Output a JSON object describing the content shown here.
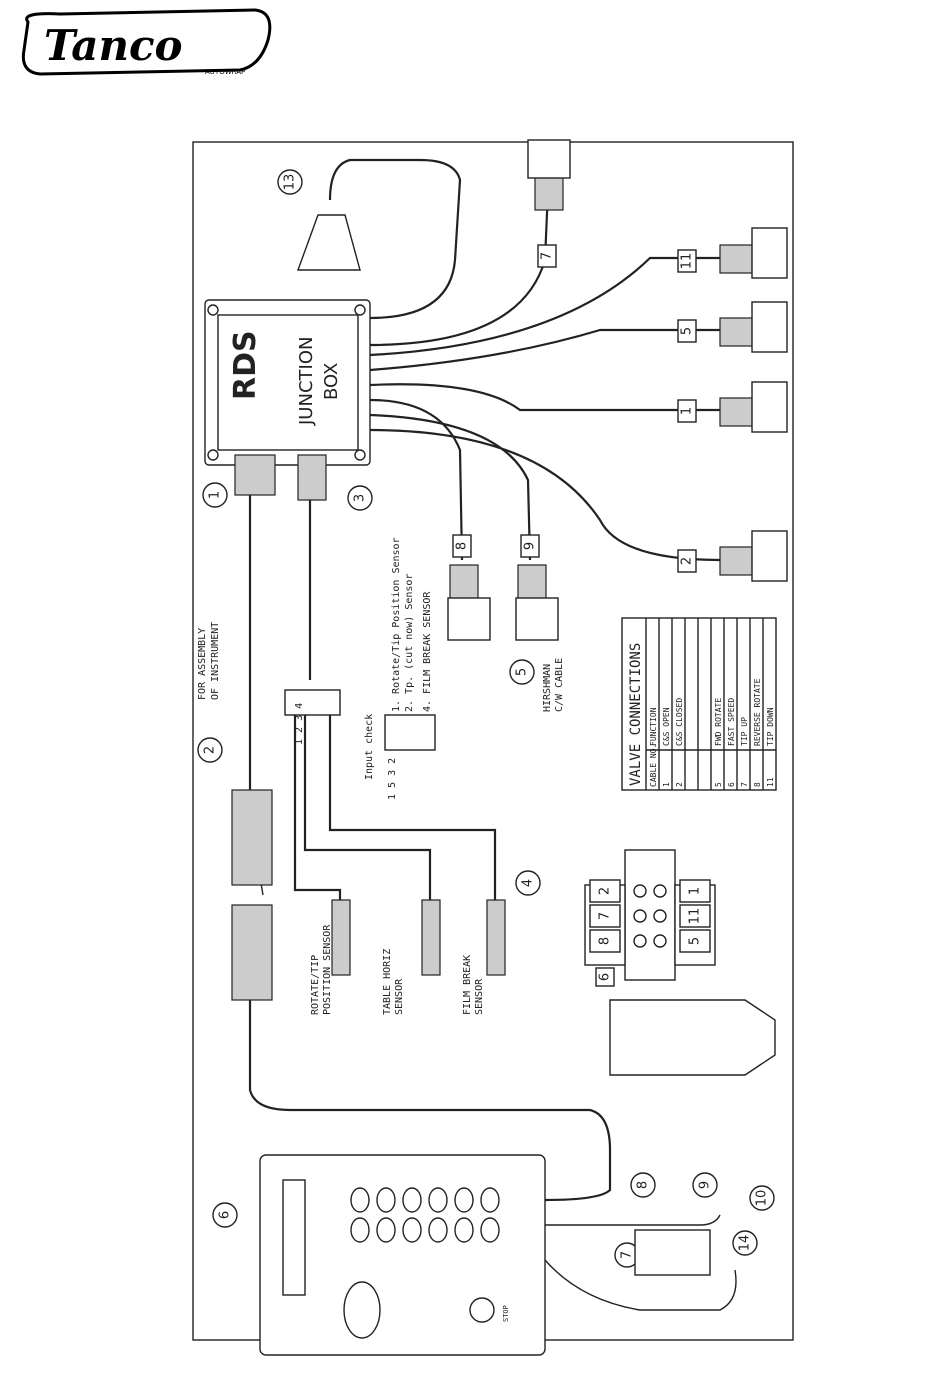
{
  "logo": {
    "brand": "Tanco",
    "sub": "AUTOWRAP"
  },
  "junction_box": {
    "line1": "JUNCTION",
    "line2": "BOX",
    "maker": "RDS"
  },
  "callouts": [
    "1",
    "2",
    "3",
    "4",
    "5",
    "6",
    "7",
    "8",
    "9",
    "10",
    "13",
    "14"
  ],
  "cable_tags": {
    "top": "7",
    "valve_a": "11",
    "valve_b": "5",
    "valve_c": "1",
    "valve_d": "2",
    "sensor_a": "8",
    "sensor_b": "9"
  },
  "assembly_note": [
    "FOR ASSEMBLY",
    "OF INSTRUMENT"
  ],
  "input_check": {
    "title": "Input check",
    "pins": "1 5 3 2",
    "connector_pins": "1 2 3 4",
    "items": [
      "1. Rotate/Tip Position Sensor",
      "2. Tp. (cut now) Sensor",
      "4. FILM BREAK SENSOR"
    ]
  },
  "hirshman": [
    "HIRSHMAN",
    "C/W CABLE"
  ],
  "sensors": [
    {
      "line1": "ROTATE/TIP",
      "line2": "POSITION SENSOR"
    },
    {
      "line1": "TABLE HORIZ",
      "line2": "SENSOR"
    },
    {
      "line1": "FILM BREAK",
      "line2": "SENSOR"
    }
  ],
  "valve_table": {
    "title": "VALVE CONNECTIONS",
    "headers": [
      "CABLE NO.",
      "FUNCTION"
    ],
    "rows": [
      [
        "1",
        "C&S OPEN"
      ],
      [
        "2",
        "C&S CLOSED"
      ],
      [
        "",
        ""
      ],
      [
        "",
        ""
      ],
      [
        "5",
        "FWD ROTATE"
      ],
      [
        "6",
        "FAST SPEED"
      ],
      [
        "7",
        "TIP UP"
      ],
      [
        "8",
        "REVERSE ROTATE"
      ],
      [
        "11",
        "TIP DOWN"
      ]
    ]
  },
  "valve_block": {
    "left": [
      "2",
      "7",
      "8"
    ],
    "right": [
      "1",
      "11",
      "5"
    ],
    "tag": "6"
  },
  "console": {
    "stop": "STOP"
  }
}
